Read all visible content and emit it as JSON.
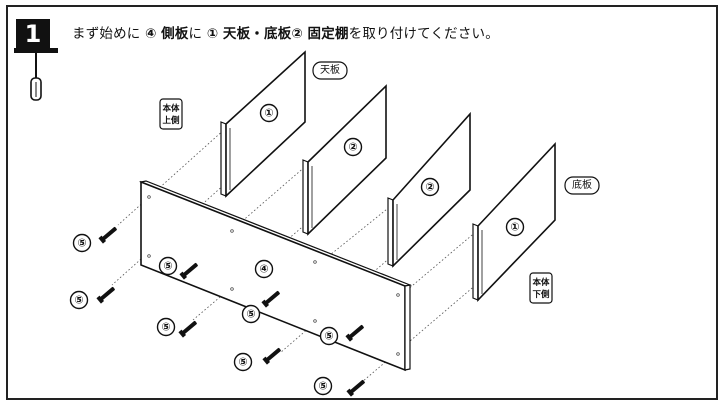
{
  "step": {
    "number": "1"
  },
  "instruction": {
    "t1": "まず始めに",
    "t2": "④",
    "t3": "側板",
    "t4": "に",
    "t5": "①",
    "t6": "天板",
    "t7": "・",
    "t8": "底板",
    "t9": "②",
    "t10": "固定棚",
    "t11": "を取り付けてください。"
  },
  "labels": {
    "panel_1": "①",
    "panel_2": "②",
    "panel_4": "④",
    "screw": "⑤",
    "top_board": "天板",
    "bottom_board": "底板",
    "body_top_line1": "本体",
    "body_top_line2": "上側",
    "body_bottom_line1": "本体",
    "body_bottom_line2": "下側"
  }
}
